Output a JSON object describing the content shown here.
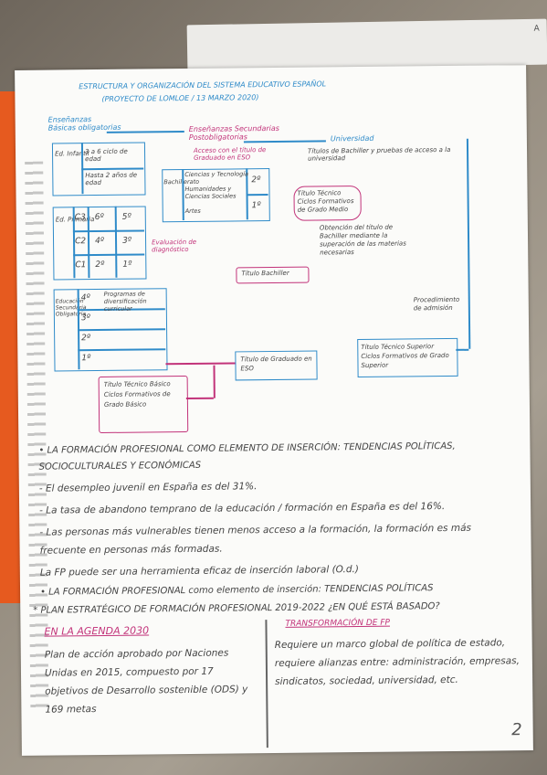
{
  "header": {
    "line1": "ESTRUCTURA Y ORGANIZACIÓN DEL SISTEMA EDUCATIVO ESPAÑOL",
    "line2": "(PROYECTO DE LOMLOE / 13 MARZO 2020)"
  },
  "diagram": {
    "basica_label": "Enseñanzas Básicas obligatorias",
    "secundaria_label": "Enseñanzas Secundarias Postobligatorias",
    "universidad_label": "Universidad",
    "acceso_bach_text": "Acceso con el título de Graduado en ESO",
    "titulos_bach_text": "Títulos de Bachiller y pruebas de acceso a la universidad",
    "col_infantil": "Ed. Infantil",
    "infantil_rows": [
      "3 a 6 ciclo de edad",
      "Hasta 2 años de edad"
    ],
    "col_primaria": "Ed. Primaria",
    "primaria_side": [
      "C3",
      "C2",
      "C1"
    ],
    "primaria_rows": [
      [
        "6º",
        "5º"
      ],
      [
        "4º",
        "3º"
      ],
      [
        "2º",
        "1º"
      ]
    ],
    "evaluacion_text": "Evaluación de diagnóstico",
    "col_eso": "Educación Secundaria Obligatoria",
    "eso_rows": [
      "4º",
      "3º",
      "2º",
      "1º"
    ],
    "eso_note": "Programas de diversificación curricular",
    "col_bach": "Bachillerato",
    "bach_items": [
      "Ciencias y Tecnología",
      "Humanidades y Ciencias Sociales",
      "Artes"
    ],
    "bach_courses": [
      "2º",
      "1º"
    ],
    "titulo_bachiller": "Título Bachiller",
    "titulo_tecnico": "Título Técnico Ciclos Formativos de Grado Medio",
    "obtencion_text": "Obtención del título de Bachiller mediante la superación de las materias necesarias",
    "procedimiento_text": "Procedimiento de admisión",
    "titulo_graduado": "Título de Graduado en ESO",
    "titulo_superior": "Título Técnico Superior Ciclos Formativos de Grado Superior",
    "titulo_basico": "Título Técnico Básico Ciclos Formativos de Grado Básico"
  },
  "notes": {
    "heading1": "• LA FORMACIÓN PROFESIONAL COMO ELEMENTO DE INSERCIÓN: TENDENCIAS POLÍTICAS, SOCIOCULTURALES Y ECONÓMICAS",
    "bullets": [
      "- El desempleo juvenil en España es del 31%.",
      "- La tasa de abandono temprano de la educación / formación en España es del 16%.",
      "- Las personas más vulnerables tienen menos acceso a la formación, la formación es más frecuente en personas más formadas.",
      "La FP puede ser una herramienta eficaz de inserción laboral (O.d.)"
    ],
    "heading2": "• LA FORMACIÓN PROFESIONAL como elemento de inserción: TENDENCIAS POLÍTICAS",
    "heading3": "* PLAN ESTRATÉGICO DE FORMACIÓN PROFESIONAL 2019-2022 ¿EN QUÉ ESTÁ BASADO?"
  },
  "columns": {
    "left_title": "EN LA AGENDA 2030",
    "left_text": "Plan de acción aprobado por Naciones Unidas en 2015, compuesto por 17 objetivos de Desarrollo sostenible (ODS) y 169 metas",
    "right_title": "TRANSFORMACIÓN DE FP",
    "right_text": "Requiere un marco global de política de estado, requiere alianzas entre: administración, empresas, sindicatos, sociedad, universidad, etc."
  },
  "page_number": "2",
  "colors": {
    "blue": "#2f8bc9",
    "pink": "#c2337a",
    "binder": "#e65a1f"
  }
}
